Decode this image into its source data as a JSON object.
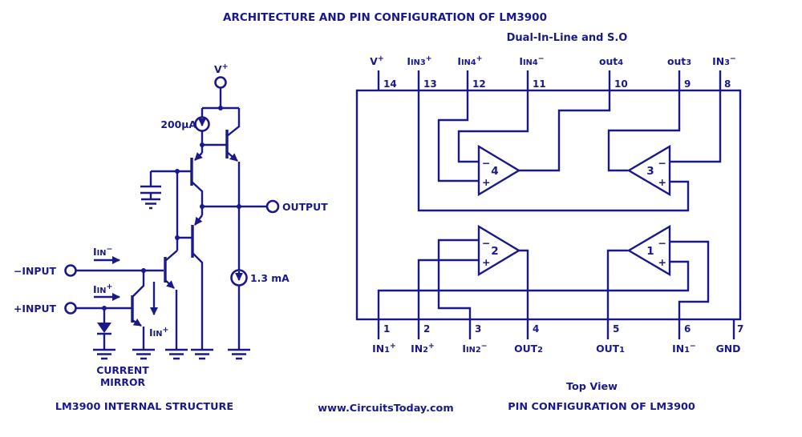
{
  "colors": {
    "ink": "#19198c",
    "background": "#ffffff"
  },
  "title": "ARCHITECTURE AND PIN CONFIGURATION OF LM3900",
  "subtitle": "Dual-In-Line and S.O",
  "watermark": "www.CircuitsToday.com",
  "internal": {
    "caption": "LM3900 INTERNAL STRUCTURE",
    "v_plus": {
      "base": "V",
      "sup": "+"
    },
    "cs_200": "200μA",
    "cs_13": "1.3 mA",
    "output": "OUTPUT",
    "neg_input": "−INPUT",
    "pos_input": "+INPUT",
    "iin_neg": {
      "base": "I",
      "sub": "IN",
      "sup": "−"
    },
    "iin_pos": {
      "base": "I",
      "sub": "IN",
      "sup": "+"
    },
    "iin_pos_down": {
      "base": "I",
      "sub": "IN",
      "sup": "+"
    },
    "mirror": {
      "line1": "CURRENT",
      "line2": "MIRROR"
    }
  },
  "pinout": {
    "caption": "PIN CONFIGURATION OF LM3900",
    "view_label": "Top View",
    "minus": "−",
    "plus": "+",
    "top_pins": [
      {
        "num": "14",
        "base": "V",
        "sub": "",
        "sup": "+"
      },
      {
        "num": "13",
        "base": "I",
        "sub": "IN3",
        "sup": "+"
      },
      {
        "num": "12",
        "base": "I",
        "sub": "IN4",
        "sup": "+"
      },
      {
        "num": "11",
        "base": "I",
        "sub": "IN4",
        "sup": "−"
      },
      {
        "num": "10",
        "base": "out",
        "sub": "4",
        "sup": ""
      },
      {
        "num": "9",
        "base": "out",
        "sub": "3",
        "sup": ""
      },
      {
        "num": "8",
        "base": "IN",
        "sub": "3",
        "sup": "−"
      }
    ],
    "bottom_pins": [
      {
        "num": "1",
        "base": "IN",
        "sub": "1",
        "sup": "+"
      },
      {
        "num": "2",
        "base": "IN",
        "sub": "2",
        "sup": "+"
      },
      {
        "num": "3",
        "base": "I",
        "sub": "IN2",
        "sup": "−"
      },
      {
        "num": "4",
        "base": "OUT",
        "sub": "2",
        "sup": ""
      },
      {
        "num": "5",
        "base": "OUT",
        "sub": "1",
        "sup": ""
      },
      {
        "num": "6",
        "base": "IN",
        "sub": "1",
        "sup": "−"
      },
      {
        "num": "7",
        "base": "GND",
        "sub": "",
        "sup": ""
      }
    ],
    "opamps": [
      {
        "num": "4"
      },
      {
        "num": "3"
      },
      {
        "num": "2"
      },
      {
        "num": "1"
      }
    ]
  }
}
